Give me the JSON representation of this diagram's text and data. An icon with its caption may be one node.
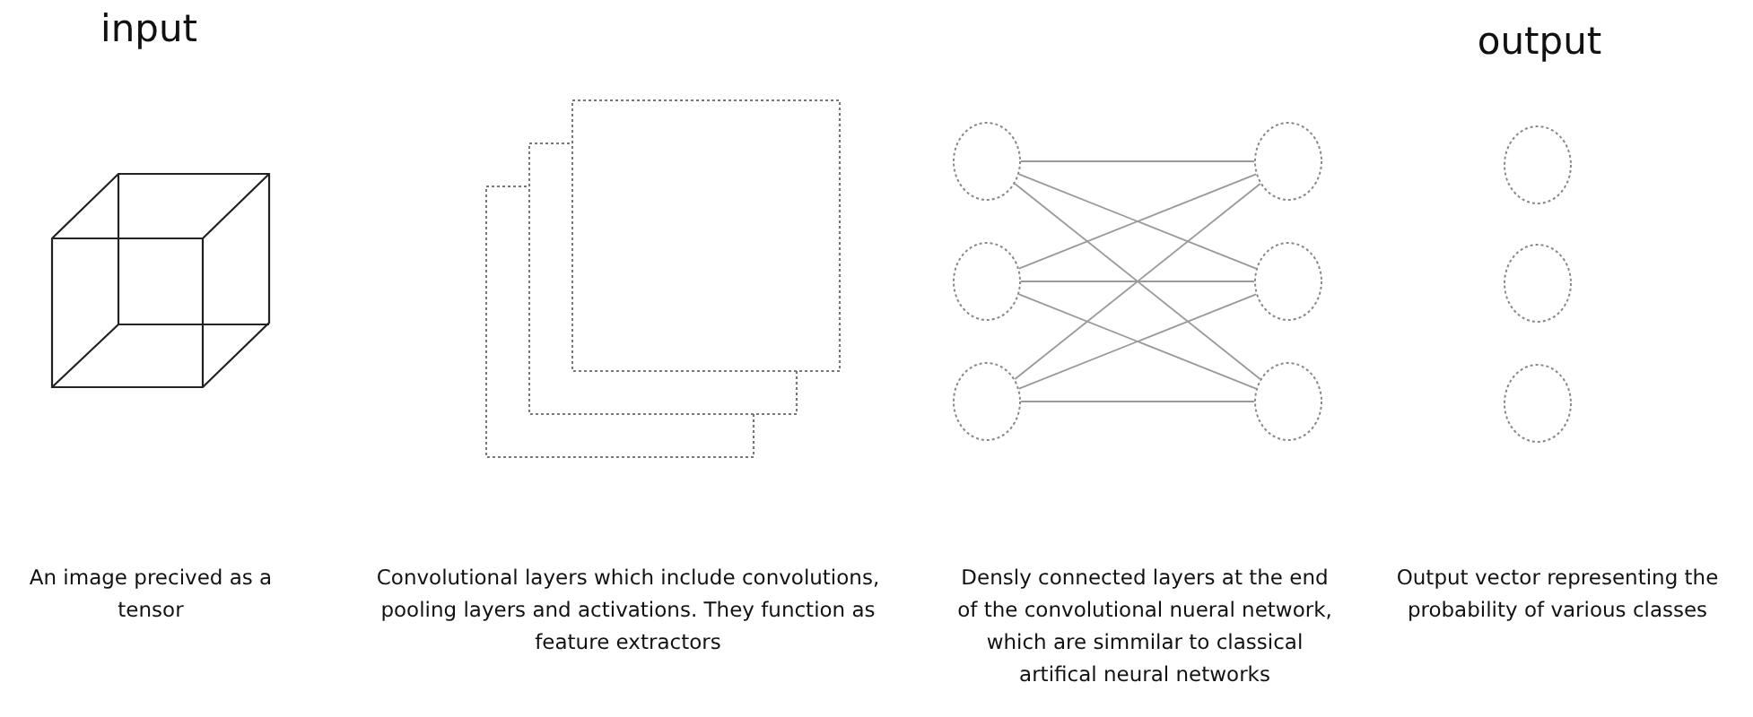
{
  "diagram": {
    "nodes": [
      {
        "text": [],
        "shape": "circle"
      },
      {
        "text": [],
        "shape": "circle"
      },
      {
        "text": [],
        "shape": "circle"
      },
      {
        "text": [],
        "shape": "circle"
      },
      {
        "text": [],
        "shape": "circle"
      },
      {
        "text": [],
        "shape": "circle"
      },
      {
        "text": [],
        "shape": "circle"
      },
      {
        "text": [],
        "shape": "circle"
      },
      {
        "text": [],
        "shape": "circle"
      }
    ],
    "edges": [
      {
        "from": 0,
        "to": 3,
        "arrow": "none"
      },
      {
        "from": 0,
        "to": 4,
        "arrow": "none"
      },
      {
        "from": 0,
        "to": 5,
        "arrow": "none"
      },
      {
        "from": 1,
        "to": 3,
        "arrow": "none"
      },
      {
        "from": 1,
        "to": 4,
        "arrow": "none"
      },
      {
        "from": 1,
        "to": 5,
        "arrow": "none"
      },
      {
        "from": 2,
        "to": 3,
        "arrow": "none"
      },
      {
        "from": 2,
        "to": 4,
        "arrow": "none"
      },
      {
        "from": 2,
        "to": 5,
        "arrow": "none"
      }
    ],
    "labels": [
      "input",
      "output",
      "An image precived as a tensor",
      "Convolutional layers which include convolutions, pooling layers and activations. They function as feature extractors",
      "Densly connected layers at the end of the convolutional nueral network, which are simmilar to classical artifical neural networks",
      "Output vector representing the probability of various classes"
    ]
  }
}
